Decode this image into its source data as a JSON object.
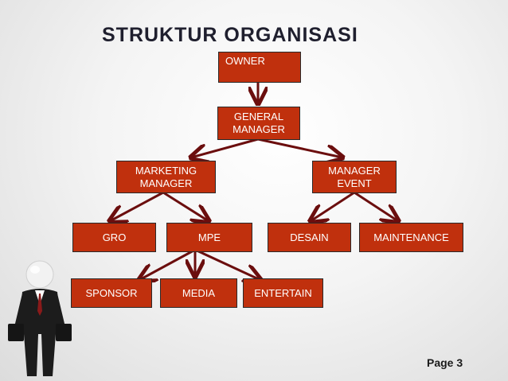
{
  "title": "STRUKTUR ORGANISASI",
  "nodes": {
    "owner": "OWNER",
    "general_manager": [
      "GENERAL",
      "MANAGER"
    ],
    "marketing_manager": [
      "MARKETING",
      "MANAGER"
    ],
    "manager_event": [
      "MANAGER",
      "EVENT"
    ],
    "gro": "GRO",
    "mpe": "MPE",
    "desain": "DESAIN",
    "maintenance": "MAINTENANCE",
    "sponsor": "SPONSOR",
    "media": "MEDIA",
    "entertain": "ENTERTAIN"
  },
  "page_label": "Page 3",
  "colors": {
    "box_fill": "#c0300d",
    "connector": "#6b0e0e",
    "title": "#1f1f2e"
  },
  "icons": [
    "businessman-figure-icon"
  ]
}
